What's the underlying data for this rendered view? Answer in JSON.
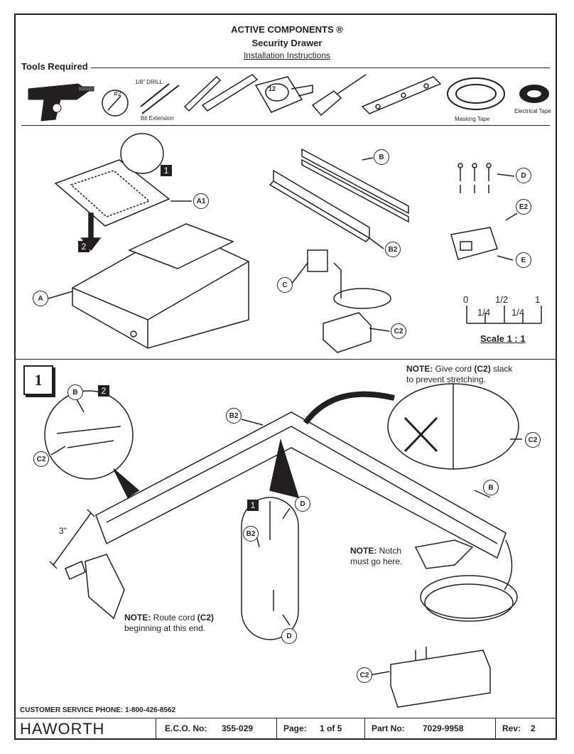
{
  "header": {
    "brand_line": "ACTIVE COMPONENTS ®",
    "product": "Security Drawer",
    "doc_type": "Installation Instructions"
  },
  "tools": {
    "section_label": "Tools Required",
    "drill_bit": "1/8\" DRILL",
    "screwdriver_size": "#2",
    "bit_extension": "Bit Extension",
    "tape_measure_marking": "12",
    "masking_tape": "Masking Tape",
    "electrical_tape": "Electrical Tape"
  },
  "parts": {
    "a": "A",
    "a1": "A1",
    "b": "B",
    "b2": "B2",
    "c": "C",
    "c2": "C2",
    "d": "D",
    "e": "E",
    "e2": "E2"
  },
  "badges": {
    "one": "1",
    "two": "2"
  },
  "scale": {
    "label": "Scale 1 : 1",
    "tick_0": "0",
    "tick_half": "1/2",
    "tick_1": "1",
    "tick_q1": "1/4",
    "tick_q2": "1/4"
  },
  "step1": {
    "number": "1",
    "note_slack_label": "NOTE:",
    "note_slack_pre": " Give cord ",
    "note_slack_part": "(C2)",
    "note_slack_post": " slack",
    "note_slack_line2": "to prevent stretching.",
    "note_notch_label": "NOTE:",
    "note_notch_text": " Notch",
    "note_notch_line2": "must go here.",
    "note_route_label": "NOTE:",
    "note_route_pre": " Route cord ",
    "note_route_part": "(C2)",
    "note_route_line2": "beginning at this end.",
    "dimension": "3\""
  },
  "footer": {
    "phone": "CUSTOMER SERVICE PHONE: 1-800-426-8562",
    "logo": "HAWORTH",
    "eco_label": "E.C.O. No:",
    "eco_value": "355-029",
    "page_label": "Page:",
    "page_value": "1 of 5",
    "part_label": "Part No:",
    "part_value": "7029-9958",
    "rev_label": "Rev:",
    "rev_value": "2"
  }
}
